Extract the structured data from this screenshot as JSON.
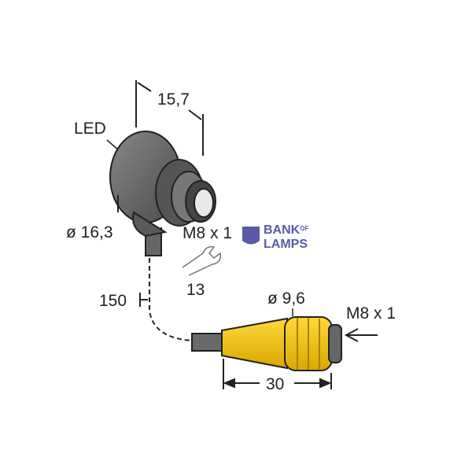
{
  "labels": {
    "width_top": "15,7",
    "led": "LED",
    "diameter_body": "ø 16,3",
    "thread_sensor": "M8 x 1",
    "wrench_size": "13",
    "cable_length": "150",
    "diameter_connector": "ø 9,6",
    "thread_connector": "M8 x 1",
    "connector_length": "30"
  },
  "watermark": {
    "line1": "BANK",
    "of": "OF",
    "line2": "LAMPS"
  },
  "colors": {
    "body": "#6b6b6b",
    "connector": "#f2c200",
    "line": "#222222",
    "watermark": "#5a5aa8"
  }
}
